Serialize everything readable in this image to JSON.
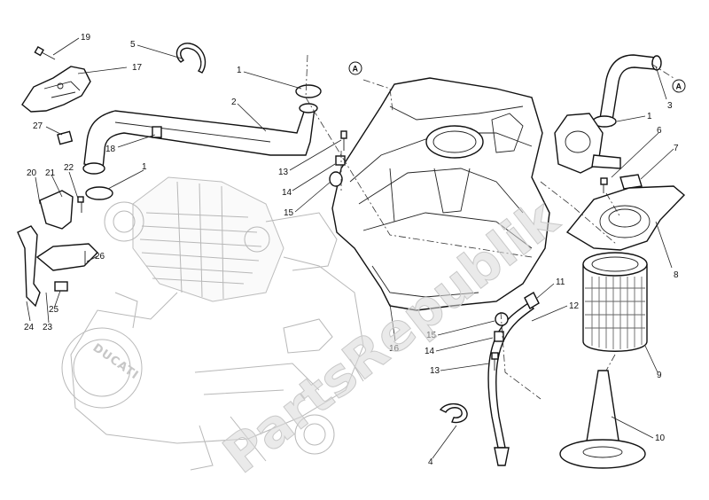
{
  "watermark": "PartsRepublik",
  "engine_logo": "DUCATI",
  "reference_marker": "A",
  "callouts": [
    {
      "id": "c19a",
      "label": "19"
    },
    {
      "id": "c17",
      "label": "17"
    },
    {
      "id": "c5",
      "label": "5"
    },
    {
      "id": "c1a",
      "label": "1"
    },
    {
      "id": "c2",
      "label": "2"
    },
    {
      "id": "c27",
      "label": "27"
    },
    {
      "id": "c18",
      "label": "18"
    },
    {
      "id": "c1b",
      "label": "1"
    },
    {
      "id": "c20",
      "label": "20"
    },
    {
      "id": "c21",
      "label": "21"
    },
    {
      "id": "c22",
      "label": "22"
    },
    {
      "id": "c26",
      "label": "26"
    },
    {
      "id": "c25",
      "label": "25"
    },
    {
      "id": "c24",
      "label": "24"
    },
    {
      "id": "c23",
      "label": "23"
    },
    {
      "id": "c13a",
      "label": "13"
    },
    {
      "id": "c14a",
      "label": "14"
    },
    {
      "id": "c15a",
      "label": "15"
    },
    {
      "id": "c16",
      "label": "16"
    },
    {
      "id": "c3",
      "label": "3"
    },
    {
      "id": "c1c",
      "label": "1"
    },
    {
      "id": "c6",
      "label": "6"
    },
    {
      "id": "c7",
      "label": "7"
    },
    {
      "id": "c8",
      "label": "8"
    },
    {
      "id": "c11",
      "label": "11"
    },
    {
      "id": "c12",
      "label": "12"
    },
    {
      "id": "c15b",
      "label": "15"
    },
    {
      "id": "c14b",
      "label": "14"
    },
    {
      "id": "c13b",
      "label": "13"
    },
    {
      "id": "c9",
      "label": "9"
    },
    {
      "id": "c10",
      "label": "10"
    },
    {
      "id": "c4",
      "label": "4"
    }
  ]
}
